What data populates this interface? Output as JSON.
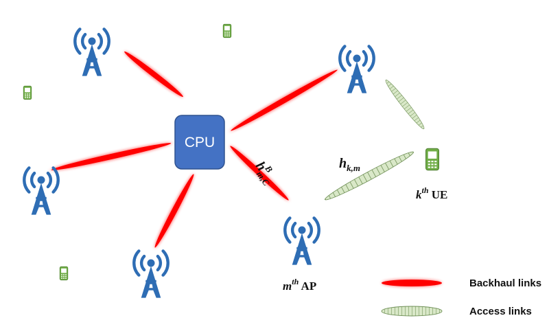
{
  "cpu": {
    "label": "CPU",
    "color": "#4472c4"
  },
  "labels": {
    "ap_m": {
      "sym": "m",
      "sup": "th",
      "text": " AP"
    },
    "ue_k": {
      "sym": "k",
      "sup": "th",
      "text": " UE"
    },
    "backhaul_channel": {
      "main": "h",
      "sup": "B",
      "sub": "m,C"
    },
    "access_channel": {
      "main": "h",
      "sub": "k,m"
    }
  },
  "legend": {
    "backhaul": "Backhaul links",
    "access": "Access links"
  },
  "colors": {
    "antenna": "#2e6db4",
    "phone": "#70ad47",
    "backhaul": "#ff0000",
    "access": "#c5dcb0"
  },
  "icons": {
    "antenna": "radio-tower-icon",
    "phone": "mobile-phone-icon"
  }
}
